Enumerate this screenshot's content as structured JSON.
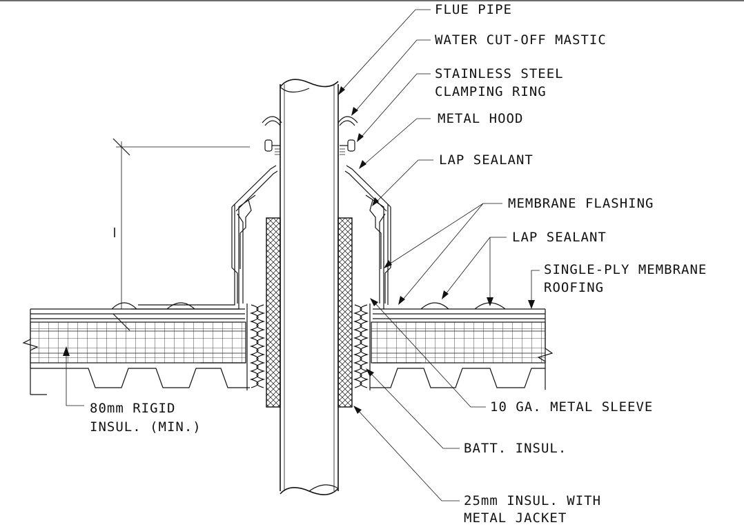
{
  "labels": {
    "flue_pipe": "FLUE PIPE",
    "water_cutoff": "WATER CUT-OFF MASTIC",
    "clamping_ring_1": "STAINLESS STEEL",
    "clamping_ring_2": "CLAMPING RING",
    "metal_hood": "METAL HOOD",
    "lap_sealant_top": "LAP SEALANT",
    "membrane_flashing": "MEMBRANE FLASHING",
    "lap_sealant_mid": "LAP SEALANT",
    "single_ply_1": "SINGLE-PLY MEMBRANE",
    "single_ply_2": "ROOFING",
    "rigid_insul_1": "80mm RIGID",
    "rigid_insul_2": "INSUL. (MIN.)",
    "metal_sleeve": "10 GA. METAL SLEEVE",
    "batt_insul": "BATT. INSUL.",
    "jacket_1": "25mm INSUL. WITH",
    "jacket_2": "METAL JACKET"
  }
}
